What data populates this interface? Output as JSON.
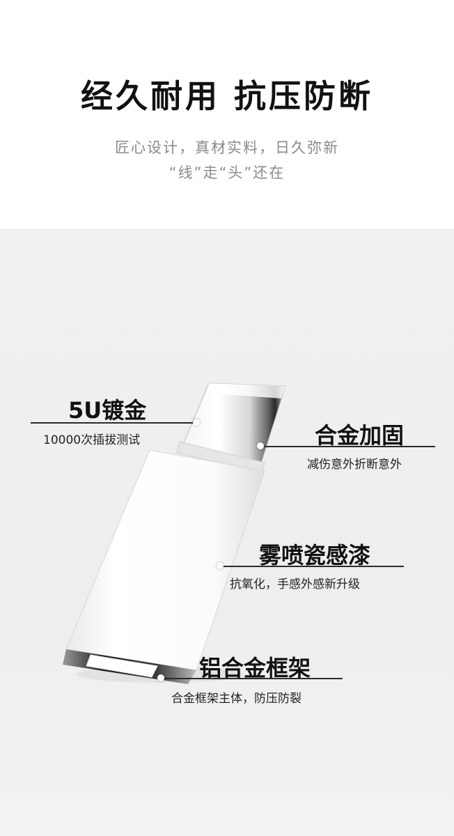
{
  "header": {
    "headline": "经久耐用 抗压防断",
    "subline1": "匠心设计，真材实料，日久弥新",
    "subline2": "“线”走“头”还在"
  },
  "callouts": [
    {
      "title": "5U镀金",
      "desc": "10000次插拔测试"
    },
    {
      "title": "合金加固",
      "desc": "减伤意外折断意外"
    },
    {
      "title": "雾喷瓷感漆",
      "desc": "抗氧化，手感外感新升级"
    },
    {
      "title": "铝合金框架",
      "desc": "合金框架主体，防压防裂"
    }
  ],
  "colors": {
    "top_background": "#ffffff",
    "bottom_background": "#efefef",
    "headline": "#111111",
    "subline": "#8a8a8a"
  }
}
